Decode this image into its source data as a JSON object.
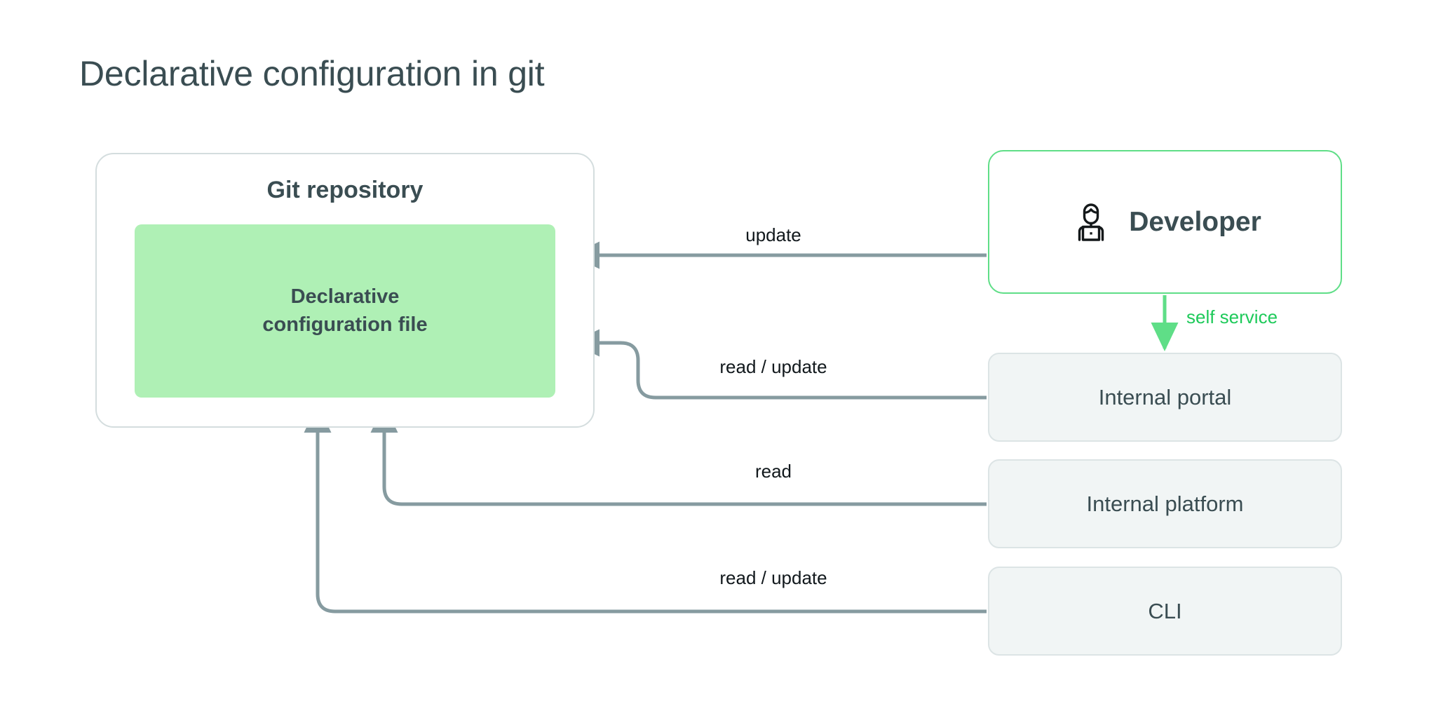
{
  "title": "Declarative configuration in git",
  "colors": {
    "title_text": "#3A4D52",
    "config_file_fill": "#AFF0B5",
    "developer_border": "#5FDE87",
    "self_service_text": "#1ECA5A",
    "connector_stroke": "#869BA0",
    "consumer_fill": "#F1F5F5",
    "consumer_border": "#DCE4E5",
    "repo_border": "#D4DDDE"
  },
  "git_repository": {
    "title": "Git repository",
    "config_file": {
      "label": "Declarative\nconfiguration file"
    }
  },
  "actors": {
    "developer": {
      "label": "Developer",
      "icon": "developer-laptop-icon"
    }
  },
  "consumers": [
    {
      "id": "internal-portal",
      "label": "Internal portal"
    },
    {
      "id": "internal-platform",
      "label": "Internal platform"
    },
    {
      "id": "cli",
      "label": "CLI"
    }
  ],
  "edges": [
    {
      "id": "developer-update",
      "label": "update",
      "from": "Developer",
      "to": "Declarative configuration file",
      "color": "gray"
    },
    {
      "id": "self-service",
      "label": "self service",
      "from": "Developer",
      "to": "Internal portal",
      "color": "green"
    },
    {
      "id": "internal-portal-rw",
      "label": "read / update",
      "from": "Internal portal",
      "to": "Declarative configuration file",
      "color": "gray"
    },
    {
      "id": "internal-platform-read",
      "label": "read",
      "from": "Internal platform",
      "to": "Declarative configuration file",
      "color": "gray"
    },
    {
      "id": "cli-rw",
      "label": "read / update",
      "from": "CLI",
      "to": "Declarative configuration file",
      "color": "gray"
    }
  ]
}
